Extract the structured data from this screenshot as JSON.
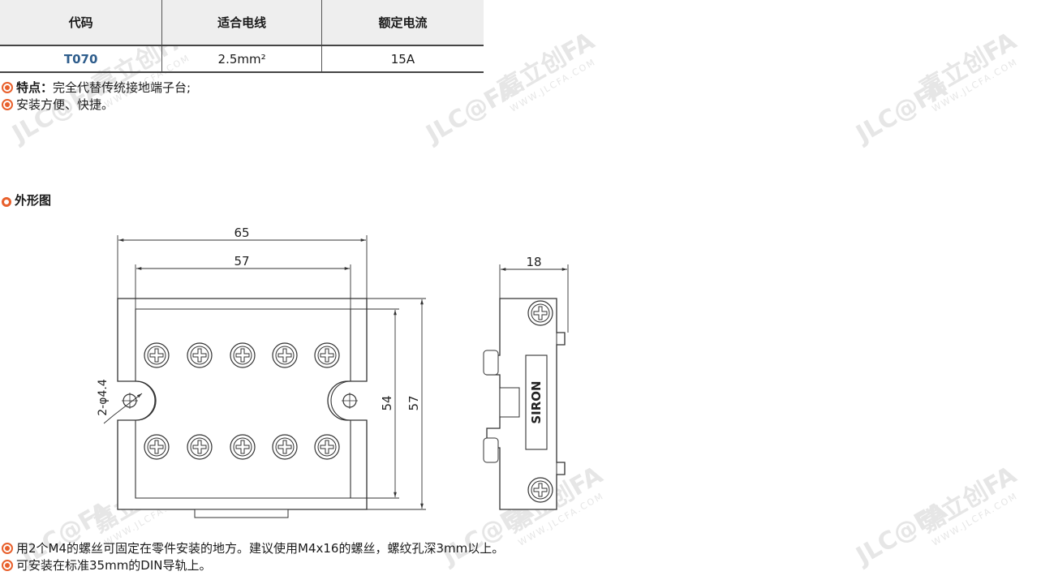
{
  "table": {
    "headers": [
      "代码",
      "适合电线",
      "额定电流"
    ],
    "rows": [
      [
        "T070",
        "2.5mm²",
        "15A"
      ]
    ]
  },
  "features": {
    "label": "特点：",
    "line1": "完全代替传统接地端子台;",
    "line2": "安装方便、快捷。"
  },
  "outline": {
    "title": "外形图"
  },
  "drawing": {
    "dim_width_outer": "65",
    "dim_width_inner": "57",
    "dim_height_inner": "54",
    "dim_height_outer": "57",
    "dim_hole": "2-φ4.4",
    "dim_depth": "18",
    "brand": "SIRON"
  },
  "notes": {
    "line1": "用2个M4的螺丝可固定在零件安装的地方。建议使用M4x16的螺丝，螺纹孔深3mm以上。",
    "line2": "可安装在标准35mm的DIN导轨上。"
  },
  "watermark": {
    "brand": "嘉立创FA",
    "url": "WWW.JLCFA.COM",
    "logo": "JLC@FA"
  },
  "colors": {
    "accent": "#e8602c",
    "code": "#2e5d8c"
  }
}
